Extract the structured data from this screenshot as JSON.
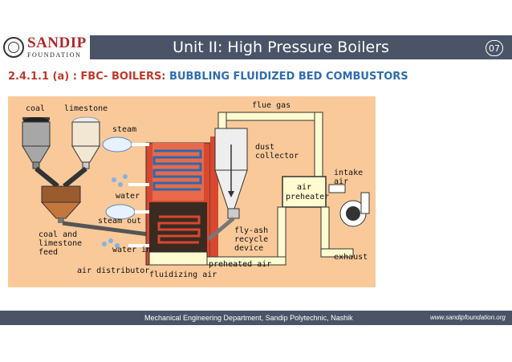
{
  "header": {
    "logo_name": "SANDIP",
    "logo_sub": "FOUNDATION",
    "title": "Unit II: High Pressure Boilers",
    "page_number": "07"
  },
  "subtitle": {
    "part1": "2.4.1.1 (a) : FBC- BOILERS: ",
    "part2": "BUBBLING FLUIDIZED BED COMBUSTORS"
  },
  "diagram": {
    "labels": {
      "coal": "coal",
      "limestone": "limestone",
      "steam": "steam",
      "water": "water",
      "steam_out": "steam out",
      "water_in": "water in",
      "coal_feed_1": "coal and",
      "coal_feed_2": "limestone",
      "coal_feed_3": "feed",
      "air_distributor": "air distributor",
      "fluidizing_air": "fluidizing air",
      "preheated_air": "preheated air",
      "flue_gas": "flue gas",
      "dust_1": "dust",
      "dust_2": "collector",
      "flyash_1": "fly-ash",
      "flyash_2": "recycle",
      "flyash_3": "device",
      "air_preheater_1": "air",
      "air_preheater_2": "preheater",
      "intake_1": "intake",
      "intake_2": "air",
      "exhaust": "exhaust"
    },
    "colors": {
      "background": "#f9c99a",
      "furnace": "#d9472e",
      "duct": "#fffbd0",
      "hopper": "#b9b9b9"
    }
  },
  "footer": {
    "department": "Mechanical Engineering Department, Sandip Polytechnic, Nashik",
    "url": "www.sandipfoundation.org"
  }
}
